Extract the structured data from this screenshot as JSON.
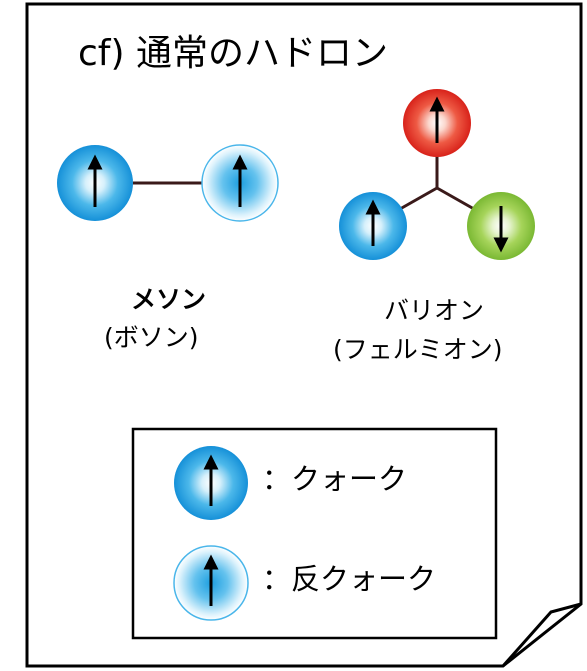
{
  "title": "cf) 通常のハドロン",
  "meson": {
    "name": "メソン",
    "subtitle": "(ボソン)"
  },
  "baryon": {
    "name": "バリオン",
    "subtitle": "(フェルミオン)"
  },
  "legend": {
    "quark_label": "：クォーク",
    "antiquark_label": "：反クォーク"
  },
  "colors": {
    "quark": "#1a9be0",
    "antiquark_edge": "#5fc0ee",
    "red_quark": "#e02a22",
    "green_quark": "#8cc63f",
    "connector": "#3a1a1a"
  },
  "spins": {
    "up": "up",
    "down": "down"
  }
}
